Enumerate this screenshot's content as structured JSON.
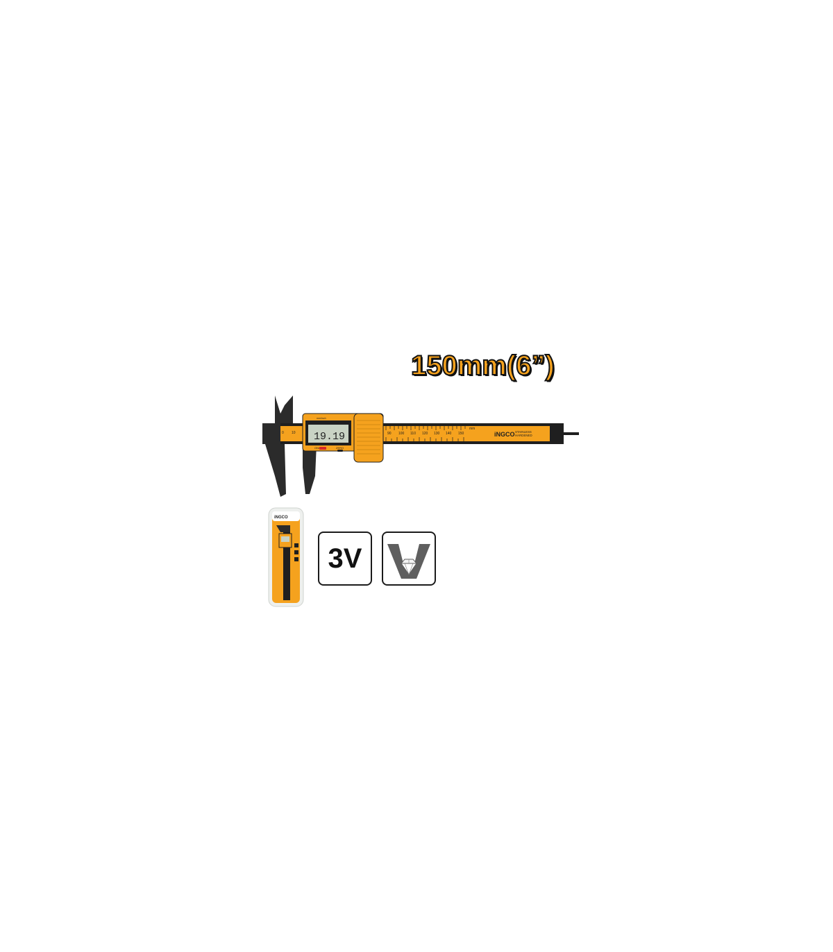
{
  "product": {
    "size_label": "150mm(6”)",
    "brand": "iNGCO",
    "blade_text_line1": "STAINLESS",
    "blade_text_line2": "HARDENED",
    "display_reading": "19.19",
    "display_header": "mm/inch",
    "button_power": "ON/OFF",
    "button_zero": "ZERO",
    "scale_unit": "mm",
    "scale_ticks": [
      "0",
      "10",
      "90",
      "100",
      "110",
      "120",
      "130",
      "140",
      "150"
    ]
  },
  "features": {
    "voltage_label": "3V"
  },
  "package": {
    "brand": "iNGCO"
  },
  "colors": {
    "accent": "#F5A21E",
    "dark": "#1f1f1f",
    "lcd": "#c9d3c4"
  }
}
